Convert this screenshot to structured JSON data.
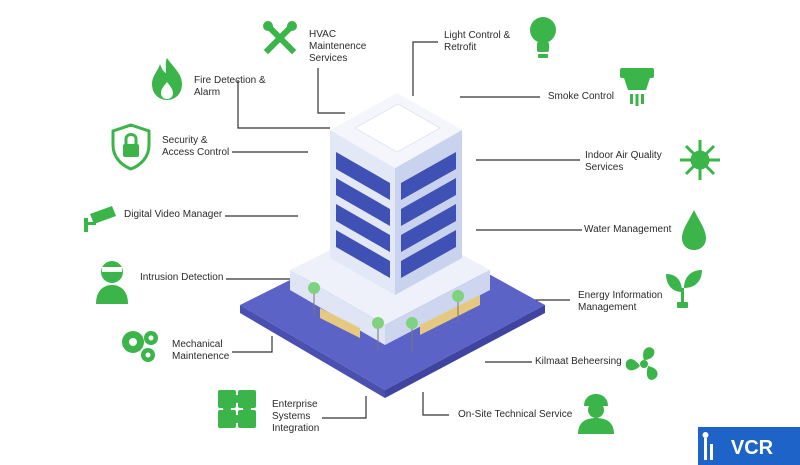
{
  "colors": {
    "accent": "#3bb54a",
    "building_side": "#dde4f5",
    "building_front": "#c9d3ee",
    "windows": "#3f51b5",
    "base": "#5c63c7",
    "logo": "#1e63c8"
  },
  "labels": {
    "hvac": "HVAC\nMaintenence\nServices",
    "light": "Light Control &\nRetrofit",
    "fire": "Fire Detection &\nAlarm",
    "smoke": "Smoke Control",
    "security": "Security &\nAccess Control",
    "air": "Indoor Air Quality\nServices",
    "video": "Digital Video Manager",
    "water": "Water Management",
    "intrusion": "Intrusion Detection",
    "energy": "Energy Information\nManagement",
    "mechanical": "Mechanical\nMaintenence",
    "kilmaat": "Kilmaat Beheersing",
    "enterprise": "Enterprise\nSystems\nIntegration",
    "onsite": "On-Site Technical Service"
  },
  "icons": {
    "hvac": "tools-icon",
    "light": "lightbulb-icon",
    "fire": "flame-icon",
    "smoke": "smoke-detector-icon",
    "security": "shield-lock-icon",
    "air": "air-quality-icon",
    "video": "cctv-camera-icon",
    "water": "water-drop-icon",
    "intrusion": "intruder-icon",
    "energy": "leaf-plug-icon",
    "mechanical": "gears-icon",
    "kilmaat": "fan-icon",
    "enterprise": "puzzle-icon",
    "onsite": "technician-icon"
  },
  "logo": {
    "text": "VCR"
  }
}
